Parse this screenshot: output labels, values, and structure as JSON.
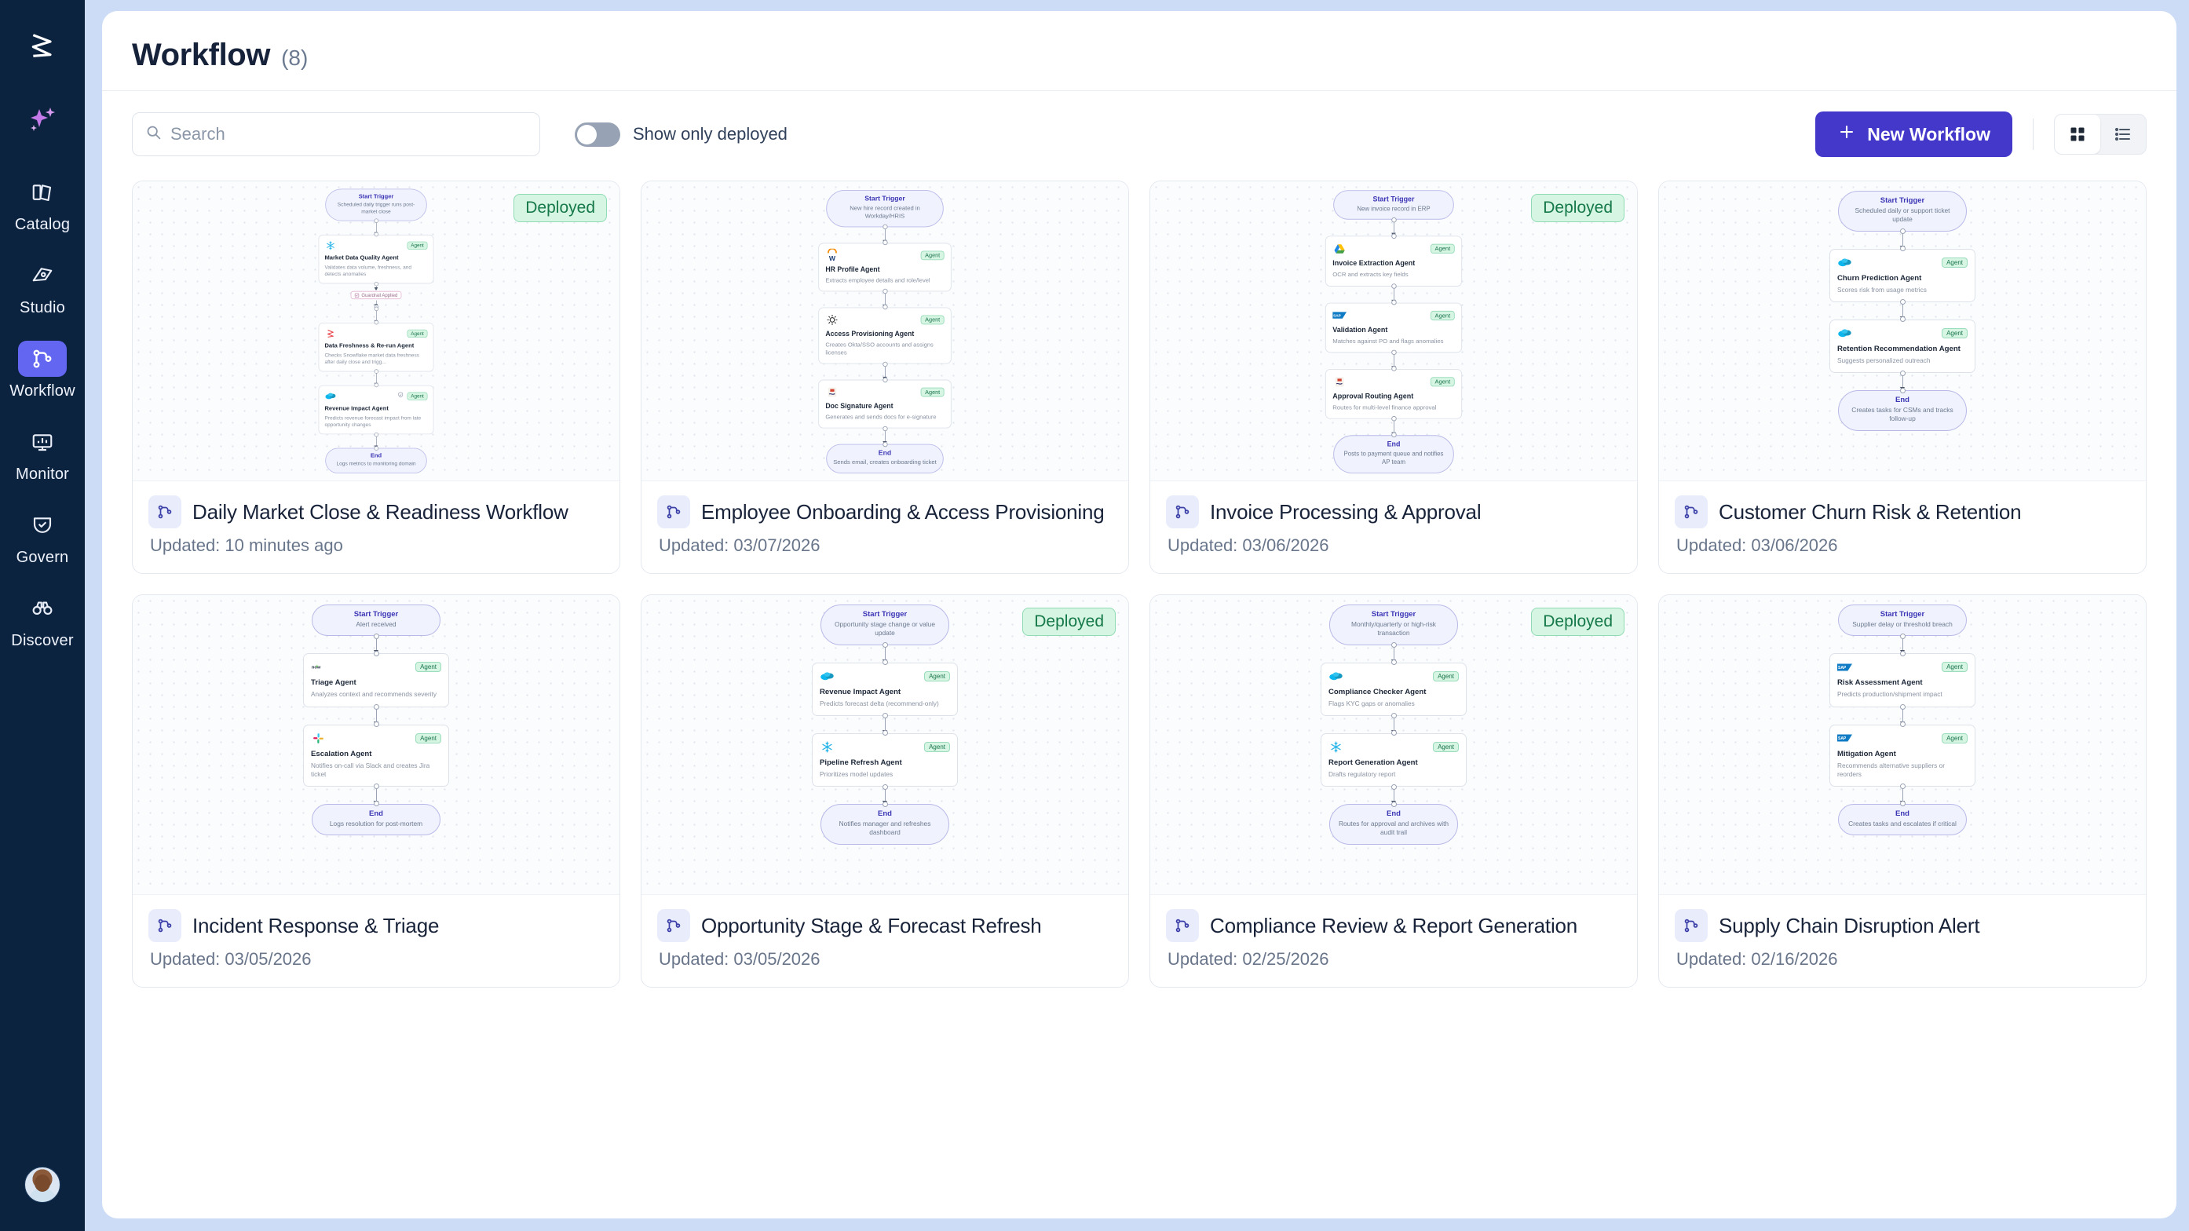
{
  "sidebar": {
    "logo_icon": "brand-logo-icon",
    "spark_icon": "ai-sparkle-icon",
    "items": [
      {
        "label": "Catalog",
        "icon": "books-icon",
        "active": false
      },
      {
        "label": "Studio",
        "icon": "pen-nib-icon",
        "active": false
      },
      {
        "label": "Workflow",
        "icon": "workflow-icon",
        "active": true
      },
      {
        "label": "Monitor",
        "icon": "monitor-icon",
        "active": false
      },
      {
        "label": "Govern",
        "icon": "shield-check-icon",
        "active": false
      },
      {
        "label": "Discover",
        "icon": "binoculars-icon",
        "active": false
      }
    ],
    "avatar_alt": "user-avatar"
  },
  "header": {
    "title": "Workflow",
    "count": "(8)"
  },
  "toolbar": {
    "search_placeholder": "Search",
    "search_value": "",
    "search_icon": "search-icon",
    "toggle_label": "Show only deployed",
    "toggle_on": false,
    "new_button_label": "New Workflow",
    "plus_icon": "plus-icon",
    "grid_view_icon": "grid-view-icon",
    "list_view_icon": "list-view-icon",
    "view_selected": "grid",
    "accent_color": "#4338ca"
  },
  "badges": {
    "deployed": "Deployed",
    "agent": "Agent",
    "guardrail": "Guardrail Applied"
  },
  "cards": [
    {
      "name": "Daily Market Close & Readiness Workflow",
      "updated": "Updated: 10 minutes ago",
      "deployed": true,
      "icon": "workflow-icon",
      "flow": {
        "start": {
          "title": "Start Trigger",
          "subtitle": "Scheduled daily trigger runs post-market close"
        },
        "nodes": [
          {
            "title": "Market Data Quality Agent",
            "desc": "Validates data volume, freshness, and detects anomalies",
            "logo": "snowflake-logo",
            "tag": "Agent",
            "guardrail": true
          },
          {
            "title": "Data Freshness & Re-run Agent",
            "desc": "Checks Snowflake market data freshness after daily close and trigg...",
            "logo": "brand-logo",
            "tag": "Agent"
          },
          {
            "title": "Revenue Impact Agent",
            "desc": "Predicts revenue forecast impact from late opportunity changes",
            "logo": "salesforce-logo",
            "tag": "Agent",
            "shield": true
          }
        ],
        "end": {
          "title": "End",
          "subtitle": "Logs metrics to monitoring domain"
        }
      }
    },
    {
      "name": "Employee Onboarding & Access Provisioning",
      "updated": "Updated: 03/07/2026",
      "deployed": false,
      "icon": "workflow-icon",
      "flow": {
        "start": {
          "title": "Start Trigger",
          "subtitle": "New hire record created in Workday/HRIS"
        },
        "nodes": [
          {
            "title": "HR Profile Agent",
            "desc": "Extracts employee details and role/level",
            "logo": "workday-logo",
            "tag": "Agent"
          },
          {
            "title": "Access Provisioning Agent",
            "desc": "Creates Okta/SSO accounts and assigns licenses",
            "logo": "okta-logo",
            "tag": "Agent"
          },
          {
            "title": "Doc Signature Agent",
            "desc": "Generates and sends docs for e-signature",
            "logo": "docusign-logo",
            "tag": "Agent"
          }
        ],
        "end": {
          "title": "End",
          "subtitle": "Sends email, creates onboarding ticket"
        }
      }
    },
    {
      "name": "Invoice Processing & Approval",
      "updated": "Updated: 03/06/2026",
      "deployed": true,
      "icon": "workflow-icon",
      "flow": {
        "start": {
          "title": "Start Trigger",
          "subtitle": "New invoice record in ERP"
        },
        "nodes": [
          {
            "title": "Invoice Extraction Agent",
            "desc": "OCR and extracts key fields",
            "logo": "gdrive-logo",
            "tag": "Agent"
          },
          {
            "title": "Validation Agent",
            "desc": "Matches against PO and flags anomalies",
            "logo": "sap-logo",
            "tag": "Agent"
          },
          {
            "title": "Approval Routing Agent",
            "desc": "Routes for multi-level finance approval",
            "logo": "docusign-logo",
            "tag": "Agent"
          }
        ],
        "end": {
          "title": "End",
          "subtitle": "Posts to payment queue and notifies AP team"
        }
      }
    },
    {
      "name": "Customer Churn Risk & Retention",
      "updated": "Updated: 03/06/2026",
      "deployed": false,
      "icon": "workflow-icon",
      "flow": {
        "start": {
          "title": "Start Trigger",
          "subtitle": "Scheduled daily or support ticket update"
        },
        "nodes": [
          {
            "title": "Churn Prediction Agent",
            "desc": "Scores risk from usage metrics",
            "logo": "salesforce-logo",
            "tag": "Agent"
          },
          {
            "title": "Retention Recommendation Agent",
            "desc": "Suggests personalized outreach",
            "logo": "salesforce-logo",
            "tag": "Agent"
          }
        ],
        "end": {
          "title": "End",
          "subtitle": "Creates tasks for CSMs and tracks follow-up"
        }
      }
    },
    {
      "name": "Incident Response & Triage",
      "updated": "Updated: 03/05/2026",
      "deployed": false,
      "icon": "workflow-icon",
      "flow": {
        "start": {
          "title": "Start Trigger",
          "subtitle": "Alert received"
        },
        "nodes": [
          {
            "title": "Triage Agent",
            "desc": "Analyzes context and recommends severity",
            "logo": "servicenow-logo",
            "tag": "Agent"
          },
          {
            "title": "Escalation Agent",
            "desc": "Notifies on-call via Slack and creates Jira ticket",
            "logo": "slack-logo",
            "tag": "Agent"
          }
        ],
        "end": {
          "title": "End",
          "subtitle": "Logs resolution for post-mortem"
        }
      }
    },
    {
      "name": "Opportunity Stage & Forecast Refresh",
      "updated": "Updated: 03/05/2026",
      "deployed": true,
      "icon": "workflow-icon",
      "flow": {
        "start": {
          "title": "Start Trigger",
          "subtitle": "Opportunity stage change or value update"
        },
        "nodes": [
          {
            "title": "Revenue Impact Agent",
            "desc": "Predicts forecast delta (recommend-only)",
            "logo": "salesforce-logo",
            "tag": "Agent"
          },
          {
            "title": "Pipeline Refresh Agent",
            "desc": "Prioritizes model updates",
            "logo": "snowflake-logo",
            "tag": "Agent"
          }
        ],
        "end": {
          "title": "End",
          "subtitle": "Notifies manager and refreshes dashboard"
        }
      }
    },
    {
      "name": "Compliance Review & Report Generation",
      "updated": "Updated: 02/25/2026",
      "deployed": true,
      "icon": "workflow-icon",
      "flow": {
        "start": {
          "title": "Start Trigger",
          "subtitle": "Monthly/quarterly or high-risk transaction"
        },
        "nodes": [
          {
            "title": "Compliance Checker Agent",
            "desc": "Flags KYC gaps or anomalies",
            "logo": "salesforce-logo",
            "tag": "Agent"
          },
          {
            "title": "Report Generation Agent",
            "desc": "Drafts regulatory report",
            "logo": "snowflake-logo",
            "tag": "Agent"
          }
        ],
        "end": {
          "title": "End",
          "subtitle": "Routes for approval and archives with audit trail"
        }
      }
    },
    {
      "name": "Supply Chain Disruption Alert",
      "updated": "Updated: 02/16/2026",
      "deployed": false,
      "icon": "workflow-icon",
      "flow": {
        "start": {
          "title": "Start Trigger",
          "subtitle": "Supplier delay or threshold breach"
        },
        "nodes": [
          {
            "title": "Risk Assessment Agent",
            "desc": "Predicts production/shipment impact",
            "logo": "sap-logo",
            "tag": "Agent"
          },
          {
            "title": "Mitigation Agent",
            "desc": "Recommends alternative suppliers or reorders",
            "logo": "sap-logo",
            "tag": "Agent"
          }
        ],
        "end": {
          "title": "End",
          "subtitle": "Creates tasks and escalates if critical"
        }
      }
    }
  ]
}
